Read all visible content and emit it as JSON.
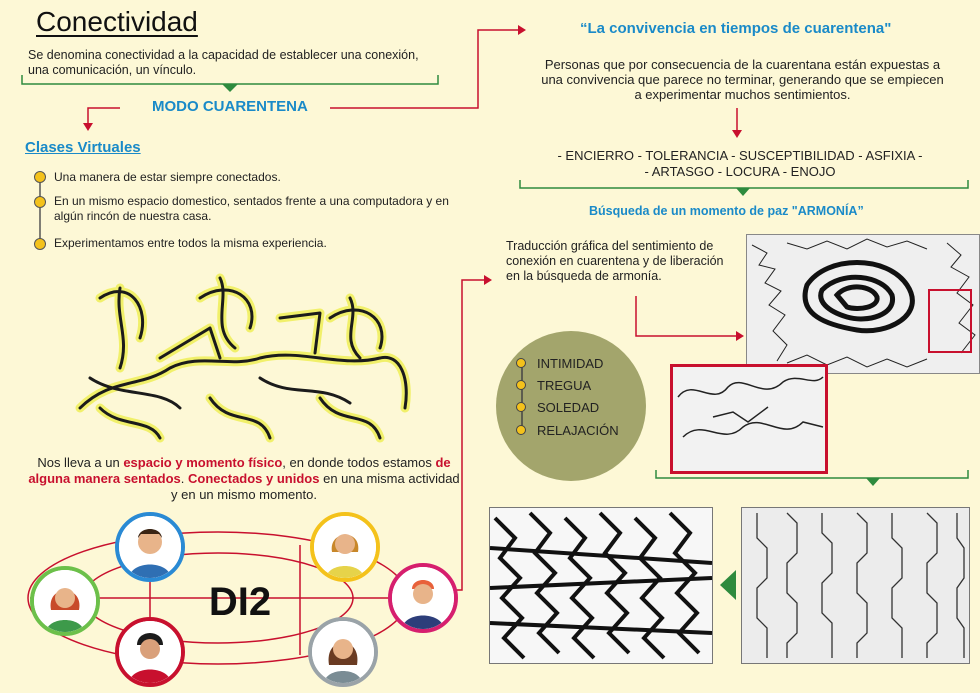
{
  "title": "Conectividad",
  "intro": "Se denomina conectividad a la capacidad de establecer una conexión, una comunicación, un vínculo.",
  "modo": "MODO CUARENTENA",
  "clases": {
    "heading": "Clases Virtuales",
    "items": [
      "Una manera de estar siempre conectados.",
      "En un mismo espacio domestico, sentados frente a una computadora y en algún rincón de nuestra casa.",
      "Experimentamos entre todos la misma experiencia."
    ]
  },
  "closing": {
    "part1": "Nos lleva a un ",
    "highlight1": "espacio y momento físico",
    "part2": ", en donde todos estamos ",
    "highlight2": "de alguna manera sentados",
    "part3": ". ",
    "highlight3": "Conectados y unidos",
    "part4": " en una misma actividad y en un mismo momento."
  },
  "logo": "DI2",
  "right": {
    "quote": "“La convivencia en tiempos de cuarentena\"",
    "description": "Personas que por consecuencia de la cuarentana están expuestas a una convivencia que parece no terminar, generando que se empiecen a experimentar muchos sentimientos.",
    "feelings_line1": "- ENCIERRO - TOLERANCIA  - SUSCEPTIBILIDAD - ASFIXIA -",
    "feelings_line2": "- ARTASGO - LOCURA - ENOJO",
    "busqueda": "Búsqueda de un momento de paz \"ARMONÍA”",
    "traduccion": "Traducción gráfica del sentimiento de conexión en cuarentena y de liberación en la búsqueda de armonía.",
    "circle_items": [
      "INTIMIDAD",
      "TREGUA",
      "SOLEDAD",
      "RELAJACIÓN"
    ]
  },
  "colors": {
    "background": "#fdf8d6",
    "accent_blue": "#1a8ac8",
    "accent_red": "#c8102e",
    "green_bracket": "#2e8b3e",
    "circle_green": "#a3a56c",
    "dot_yellow": "#f4c21b"
  }
}
